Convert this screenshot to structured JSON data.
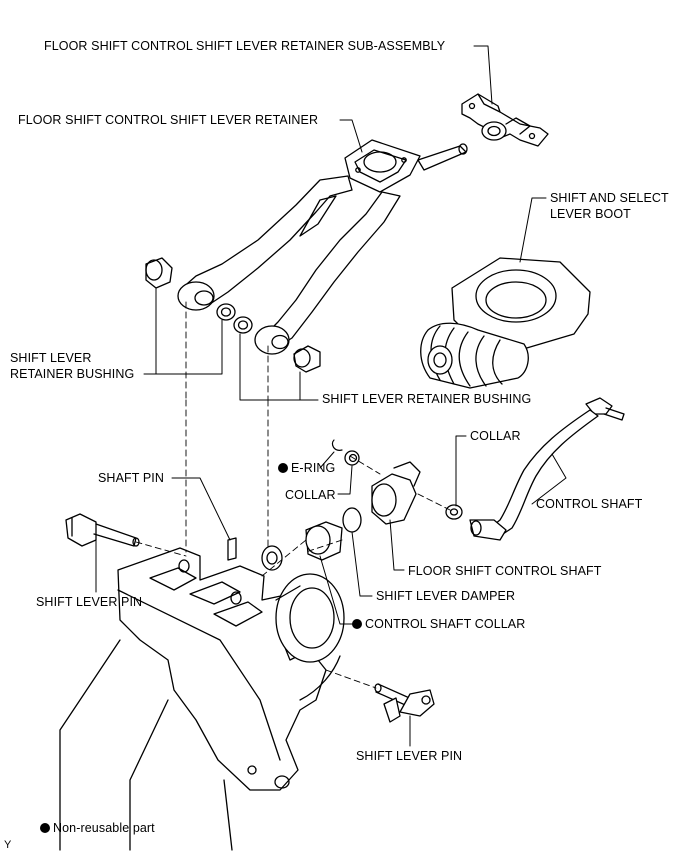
{
  "labels": {
    "retainer_sub_assembly": "FLOOR SHIFT CONTROL SHIFT LEVER RETAINER SUB-ASSEMBLY",
    "retainer": "FLOOR SHIFT CONTROL SHIFT LEVER RETAINER",
    "boot_line1": "SHIFT AND SELECT",
    "boot_line2": "LEVER BOOT",
    "bushing_left_line1": "SHIFT LEVER",
    "bushing_left_line2": "RETAINER BUSHING",
    "bushing_right": "SHIFT LEVER RETAINER BUSHING",
    "collar_right": "COLLAR",
    "e_ring": "E-RING",
    "collar_left": "COLLAR",
    "shaft_pin": "SHAFT PIN",
    "control_shaft": "CONTROL SHAFT",
    "shift_lever_pin_left": "SHIFT LEVER PIN",
    "floor_shift_control_shaft": "FLOOR SHIFT CONTROL SHAFT",
    "shift_lever_damper": "SHIFT LEVER DAMPER",
    "control_shaft_collar": "CONTROL SHAFT COLLAR",
    "shift_lever_pin_right": "SHIFT LEVER PIN",
    "legend_non_reusable": "Non-reusable part",
    "corner_mark": "Y"
  },
  "icons": {
    "non_reusable_marker": "filled-circle-icon"
  },
  "colors": {
    "line": "#000000",
    "background": "#ffffff"
  }
}
